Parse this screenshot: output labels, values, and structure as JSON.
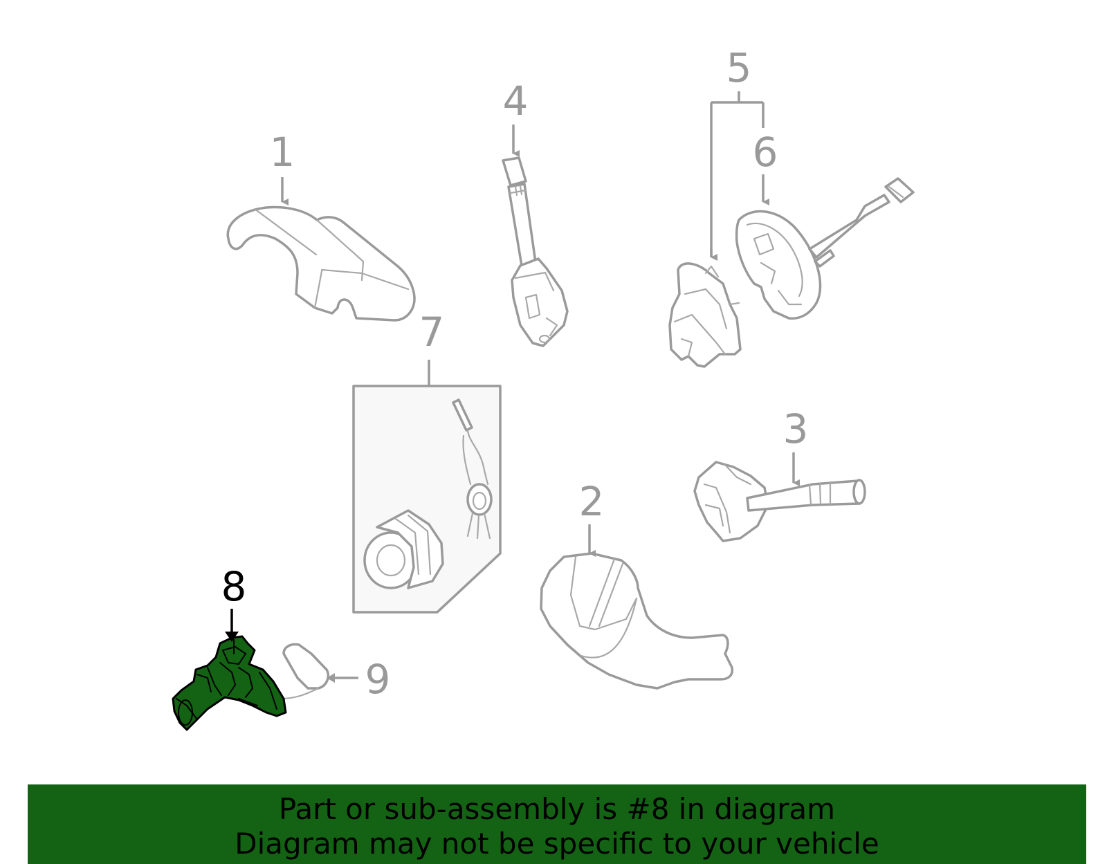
{
  "callouts": {
    "c1": "1",
    "c2": "2",
    "c3": "3",
    "c4": "4",
    "c5": "5",
    "c6": "6",
    "c7": "7",
    "c8": "8",
    "c9": "9"
  },
  "highlighted_part": "8",
  "colors": {
    "highlight": "#146314",
    "part_outline": "#9a9a9a",
    "footer_bg": "#146314"
  },
  "footer": {
    "line1": "Part or sub-assembly is #8 in diagram",
    "line2": "Diagram may not be specific to your vehicle"
  }
}
